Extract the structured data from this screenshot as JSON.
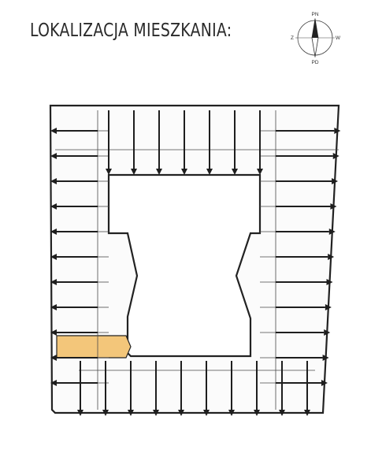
{
  "title": "LOKALIZACJA MIESZKANIA:",
  "compass": {
    "north": "PN",
    "south": "PD",
    "west": "Z",
    "east": "W"
  },
  "plan": {
    "highlighted_unit": "south-west corner apartment",
    "highlight_color": "#f3c67a",
    "wall_color": "#222222",
    "line_color": "#4a4a4a"
  }
}
